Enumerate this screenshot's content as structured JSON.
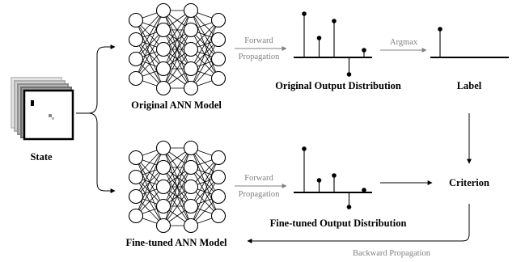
{
  "state": {
    "label": "State"
  },
  "original_model": {
    "label": "Original ANN Model",
    "layers": [
      4,
      5,
      5,
      4
    ]
  },
  "finetuned_model": {
    "label": "Fine-tuned ANN Model",
    "layers": [
      4,
      5,
      5,
      4
    ]
  },
  "forward_top": {
    "line1": "Forward",
    "line2": "Propagation"
  },
  "forward_bottom": {
    "line1": "Forward",
    "line2": "Propagation"
  },
  "argmax": {
    "label": "Argmax"
  },
  "original_distribution": {
    "label": "Original Output Distribution",
    "values": [
      0.9,
      0.4,
      0.75,
      -0.35,
      0.15
    ]
  },
  "finetuned_distribution": {
    "label": "Fine-tuned Output Distribution",
    "values": [
      0.9,
      0.25,
      0.35,
      -0.3,
      0.05
    ]
  },
  "label_box": {
    "label": "Label"
  },
  "criterion": {
    "label": "Criterion"
  },
  "backward": {
    "label": "Backward Propagation"
  }
}
